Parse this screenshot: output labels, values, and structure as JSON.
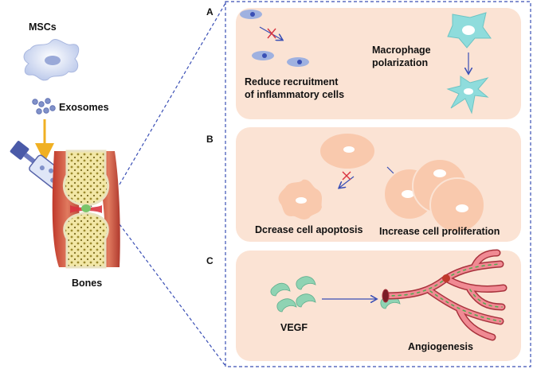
{
  "left": {
    "mscs_label": "MSCs",
    "exosomes_label": "Exosomes",
    "bones_label": "Bones"
  },
  "panels": {
    "a": {
      "letter": "A",
      "recruit_line1": "Reduce recruitment",
      "recruit_line2": "of inflammatory cells",
      "macro_line1": "Macrophage",
      "macro_line2": "polarization"
    },
    "b": {
      "letter": "B",
      "apoptosis": "Dcrease cell apoptosis",
      "proliferation": "Increase cell proliferation"
    },
    "c": {
      "letter": "C",
      "vegf": "VEGF",
      "angiogenesis": "Angiogenesis"
    }
  },
  "colors": {
    "panel_fill": "#fbe3d4",
    "dashed_border": "#3a4fb5",
    "cell_fill": "#f9c9ad",
    "msc_fill": "#c8d3ee",
    "macrophage_fill": "#8fdcdc",
    "arrow_blue": "#3a4fb5",
    "block_red": "#d9333f",
    "exosome_arrow": "#f0b023",
    "vegf_fill": "#8fd3b3"
  }
}
